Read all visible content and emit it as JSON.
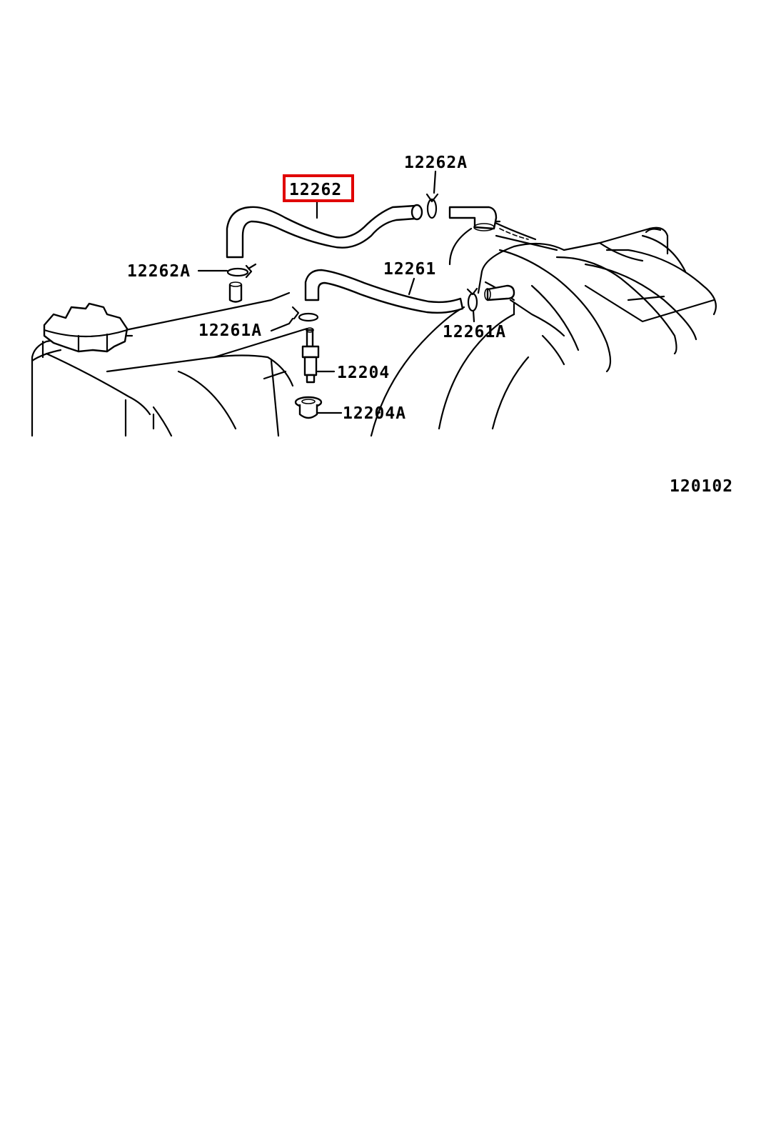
{
  "diagram": {
    "callouts": [
      {
        "id": "hose_top",
        "label": "12262",
        "highlighted": true
      },
      {
        "id": "clamp_top_right",
        "label": "12262A"
      },
      {
        "id": "clamp_top_left",
        "label": "12262A"
      },
      {
        "id": "hose_lower",
        "label": "12261"
      },
      {
        "id": "clamp_lower_left",
        "label": "12261A"
      },
      {
        "id": "clamp_lower_right",
        "label": "12261A"
      },
      {
        "id": "pcv_valve",
        "label": "12204"
      },
      {
        "id": "grommet",
        "label": "12204A"
      }
    ],
    "figure_number": "120102",
    "highlight_color": "#e00000"
  }
}
